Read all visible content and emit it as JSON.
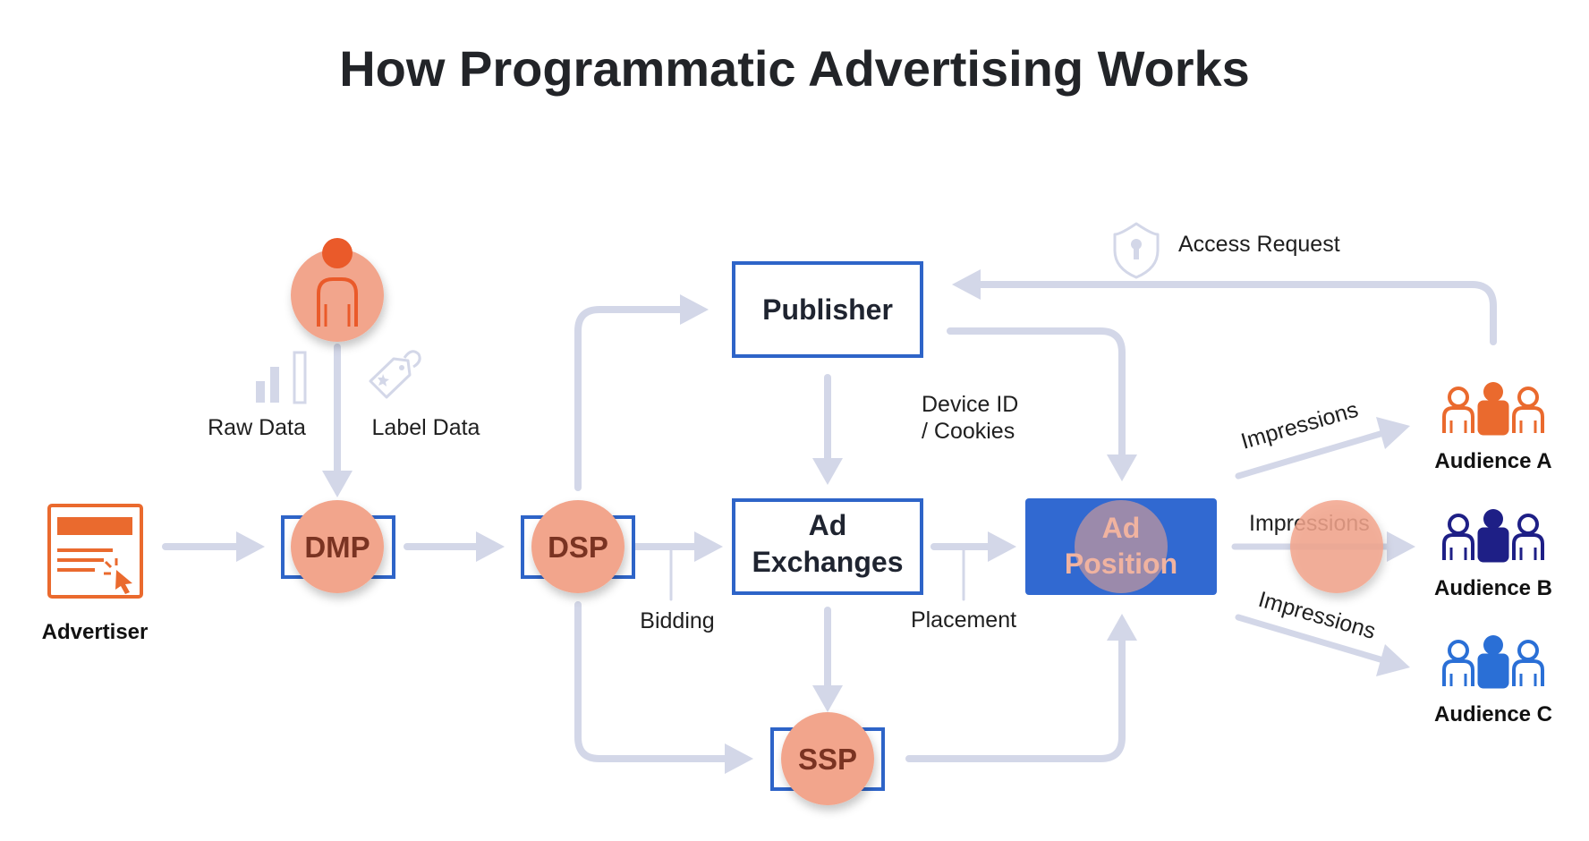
{
  "title": "How Programmatic Advertising Works",
  "colors": {
    "accent_orange": "#ea6a2e",
    "user_orange": "#ea5a2a",
    "box_blue": "#2e64c8",
    "ad_position_fill": "#3169d1",
    "audience_b_navy": "#1e1f86",
    "audience_c_blue": "#2a6fd6",
    "node_circle": "#f2a58c",
    "connector_gray": "#d3d7e8"
  },
  "nodes": {
    "advertiser": {
      "label": "Advertiser",
      "icon": "ad-window-click-icon"
    },
    "user": {
      "icon": "user-icon"
    },
    "dmp": {
      "label": "DMP"
    },
    "dsp": {
      "label": "DSP"
    },
    "publisher": {
      "label": "Publisher"
    },
    "ad_exchanges": {
      "label_line1": "Ad",
      "label_line2": "Exchanges"
    },
    "ad_position": {
      "label_line1": "Ad",
      "label_line2": "Position"
    },
    "ssp": {
      "label": "SSP"
    }
  },
  "edge_labels": {
    "raw_data": "Raw Data",
    "label_data": "Label Data",
    "bidding": "Bidding",
    "placement": "Placement",
    "device_id_line1": "Device ID",
    "device_id_line2": "/ Cookies",
    "access_request": "Access Request",
    "impressions_a": "Impressions",
    "impressions_b": "Impressions",
    "impressions_c": "Impressions"
  },
  "icons": {
    "raw_data": "bar-chart-icon",
    "label_data": "tag-icon",
    "access_request": "shield-lock-icon"
  },
  "audiences": [
    {
      "label": "Audience A",
      "icon": "group-icon"
    },
    {
      "label": "Audience B",
      "icon": "group-icon"
    },
    {
      "label": "Audience C",
      "icon": "group-icon"
    }
  ]
}
